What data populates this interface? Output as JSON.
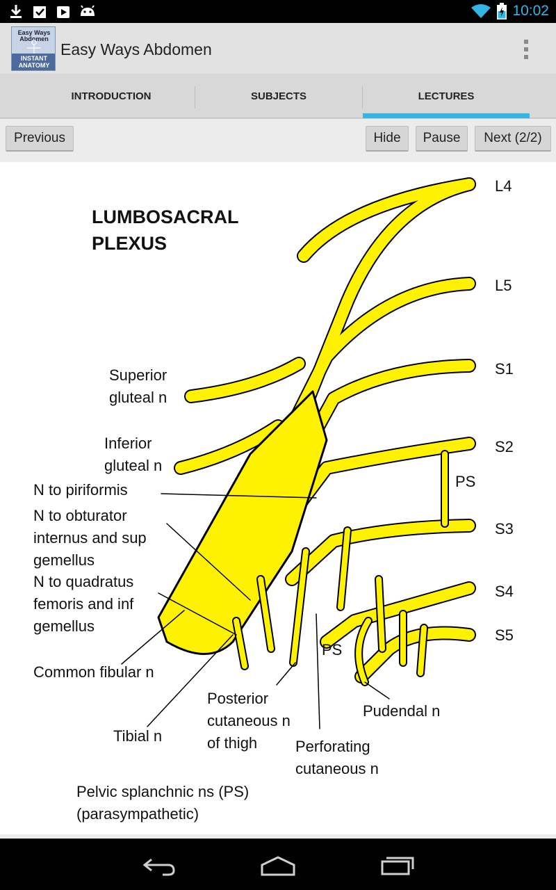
{
  "status_bar": {
    "time": "10:02",
    "icons": [
      "download-icon",
      "clipboard-check-icon",
      "play-store-icon",
      "android-icon",
      "wifi-icon",
      "battery-charging-icon"
    ]
  },
  "action_bar": {
    "icon_text_top": "Easy Ways Abdomen",
    "icon_text_bottom": "INSTANT ANATOMY",
    "title": "Easy Ways Abdomen"
  },
  "tabs": [
    {
      "label": "INTRODUCTION"
    },
    {
      "label": "SUBJECTS"
    },
    {
      "label": "LECTURES",
      "selected": true
    }
  ],
  "controls": {
    "previous": "Previous",
    "hide": "Hide",
    "pause": "Pause",
    "next": "Next (2/2)"
  },
  "figure": {
    "title_line1": "LUMBOSACRAL",
    "title_line2": "PLEXUS",
    "roots": [
      "L4",
      "L5",
      "S1",
      "S2",
      "S3",
      "S4",
      "S5"
    ],
    "labels": {
      "superior_gluteal_1": "Superior",
      "superior_gluteal_2": "gluteal n",
      "inferior_gluteal_1": "Inferior",
      "inferior_gluteal_2": "gluteal n",
      "piriformis": "N to piriformis",
      "obturator_1": "N to obturator",
      "obturator_2": "internus and sup",
      "obturator_3": "gemellus",
      "quadratus_1": "N to quadratus",
      "quadratus_2": "femoris and inf",
      "quadratus_3": "gemellus",
      "common_fibular": "Common fibular n",
      "tibial": "Tibial n",
      "posterior_cut_1": "Posterior",
      "posterior_cut_2": "cutaneous n",
      "posterior_cut_3": "of thigh",
      "perforating_1": "Perforating",
      "perforating_2": "cutaneous n",
      "pudendal": "Pudendal n",
      "ps_top": "PS",
      "ps_bottom": "PS",
      "pelvic_1": "Pelvic splanchnic ns (PS)",
      "pelvic_2": "(parasympathetic)"
    },
    "nerve_color": "#fff200"
  }
}
